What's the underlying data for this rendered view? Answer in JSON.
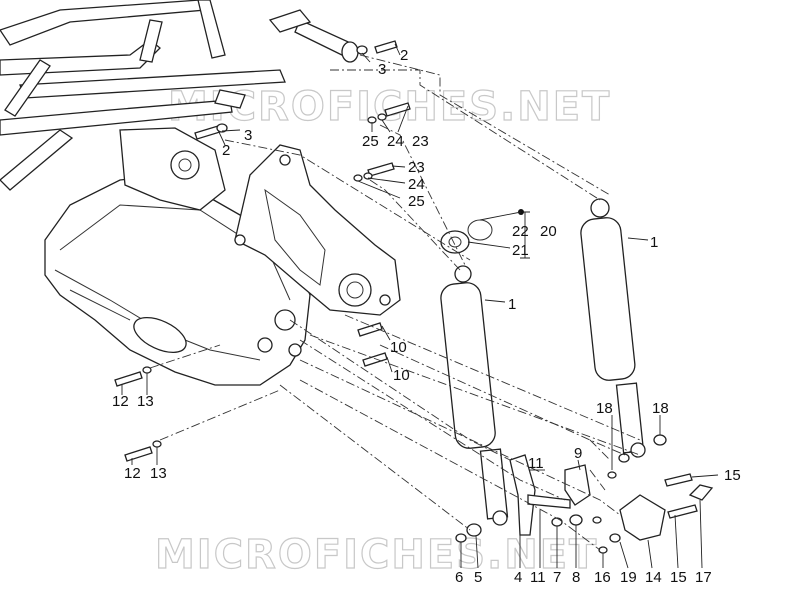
{
  "watermark": {
    "top": "MICROFICHES.NET",
    "bottom": "MICROFICHES.NET"
  },
  "callouts": [
    {
      "id": "c-2a",
      "text": "2"
    },
    {
      "id": "c-3a",
      "text": "3"
    },
    {
      "id": "c-2b",
      "text": "2"
    },
    {
      "id": "c-3b",
      "text": "3"
    },
    {
      "id": "c-25a",
      "text": "25"
    },
    {
      "id": "c-24a",
      "text": "24"
    },
    {
      "id": "c-23a",
      "text": "23"
    },
    {
      "id": "c-23b",
      "text": "23"
    },
    {
      "id": "c-24b",
      "text": "24"
    },
    {
      "id": "c-25b",
      "text": "25"
    },
    {
      "id": "c-22",
      "text": "22"
    },
    {
      "id": "c-20",
      "text": "20"
    },
    {
      "id": "c-21",
      "text": "21"
    },
    {
      "id": "c-1a",
      "text": "1"
    },
    {
      "id": "c-1b",
      "text": "1"
    },
    {
      "id": "c-10a",
      "text": "10"
    },
    {
      "id": "c-10b",
      "text": "10"
    },
    {
      "id": "c-12a",
      "text": "12"
    },
    {
      "id": "c-13a",
      "text": "13"
    },
    {
      "id": "c-12b",
      "text": "12"
    },
    {
      "id": "c-13b",
      "text": "13"
    },
    {
      "id": "c-18a",
      "text": "18"
    },
    {
      "id": "c-18b",
      "text": "18"
    },
    {
      "id": "c-9",
      "text": "9"
    },
    {
      "id": "c-11a",
      "text": "11"
    },
    {
      "id": "c-15a",
      "text": "15"
    },
    {
      "id": "c-6",
      "text": "6"
    },
    {
      "id": "c-5",
      "text": "5"
    },
    {
      "id": "c-4",
      "text": "4"
    },
    {
      "id": "c-11b",
      "text": "11"
    },
    {
      "id": "c-7",
      "text": "7"
    },
    {
      "id": "c-8",
      "text": "8"
    },
    {
      "id": "c-16",
      "text": "16"
    },
    {
      "id": "c-19",
      "text": "19"
    },
    {
      "id": "c-14",
      "text": "14"
    },
    {
      "id": "c-15b",
      "text": "15"
    },
    {
      "id": "c-17",
      "text": "17"
    }
  ]
}
